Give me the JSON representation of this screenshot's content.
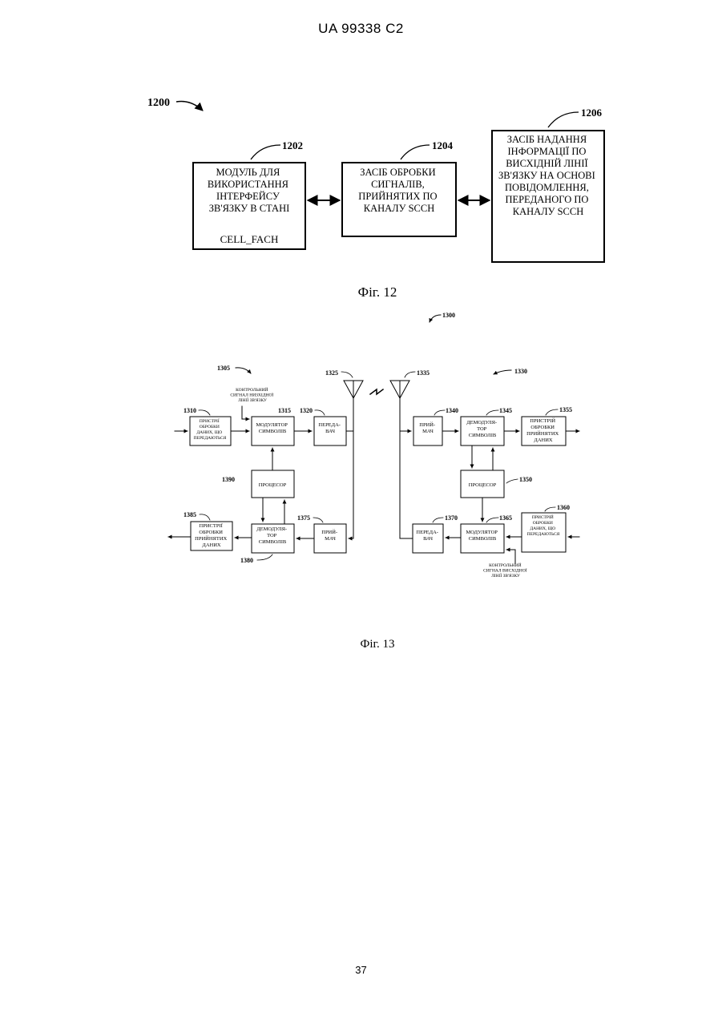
{
  "header": "UA   99338   C2",
  "page_number": "37",
  "fig12": {
    "label": "Фіг. 12",
    "ref_main": "1200",
    "boxes": [
      {
        "ref": "1202",
        "lines": [
          "МОДУЛЬ ДЛЯ",
          "ВИКОРИСТАННЯ",
          "ІНТЕРФЕЙСУ",
          "ЗВ'ЯЗКУ В СТАНІ"
        ],
        "extra": "CELL_FACH"
      },
      {
        "ref": "1204",
        "lines": [
          "ЗАСІБ ОБРОБКИ",
          "СИГНАЛІВ,",
          "ПРИЙНЯТИХ ПО",
          "КАНАЛУ SCCH"
        ]
      },
      {
        "ref": "1206",
        "lines": [
          "ЗАСІБ НАДАННЯ",
          "ІНФОРМАЦІЇ ПО",
          "ВИСХІДНІЙ ЛІНІЇ",
          "ЗВ'ЯЗКУ НА ОСНОВІ",
          "ПОВІДОМЛЕННЯ,",
          "ПЕРЕДАНОГО ПО",
          "КАНАЛУ SCCH"
        ]
      }
    ]
  },
  "fig13": {
    "label": "Фіг. 13",
    "refs": {
      "r1300": "1300",
      "r1305": "1305",
      "r1310": "1310",
      "r1315": "1315",
      "r1320": "1320",
      "r1325": "1325",
      "r1330": "1330",
      "r1335": "1335",
      "r1340": "1340",
      "r1345": "1345",
      "r1350": "1350",
      "r1355": "1355",
      "r1360": "1360",
      "r1365": "1365",
      "r1370": "1370",
      "r1375": "1375",
      "r1380": "1380",
      "r1385": "1385",
      "r1390": "1390"
    },
    "blocks": {
      "tx_data": [
        "ПРИСТРІЇ",
        "ОБРОБКИ",
        "ДАНИХ, ЩО",
        "ПЕРЕДАЮТЬСЯ"
      ],
      "mod_left": [
        "МОДУЛЯТОР",
        "СИМВОЛІВ"
      ],
      "tx_left": [
        "ПЕРЕДА-",
        "ВАЧ"
      ],
      "proc_left": [
        "ПРОЦЕСОР"
      ],
      "demod_left": [
        "ДЕМОДУЛЯ-",
        "ТОР",
        "СИМВОЛІВ"
      ],
      "rx_left": [
        "ПРИЙ-",
        "МАЧ"
      ],
      "rx_data_left": [
        "ПРИСТРІЇ",
        "ОБРОБКИ",
        "ПРИЙНЯТИХ",
        "ДАНИХ"
      ],
      "rx_right": [
        "ПРИЙ-",
        "МАЧ"
      ],
      "demod_right": [
        "ДЕМОДУЛЯ-",
        "ТОР",
        "СИМВОЛІВ"
      ],
      "rx_data_right": [
        "ПРИСТРІЙ",
        "ОБРОБКИ",
        "ПРИЙНЯТИХ",
        "ДАНИХ"
      ],
      "proc_right": [
        "ПРОЦЕСОР"
      ],
      "tx_right": [
        "ПЕРЕДА-",
        "ВАЧ"
      ],
      "mod_right": [
        "МОДУЛЯТОР",
        "СИМВОЛІВ"
      ],
      "tx_data_right": [
        "ПРИСТРІЙ",
        "ОБРОБКИ",
        "ДАНИХ, ЩО",
        "ПЕРЕДАЮТЬСЯ"
      ]
    },
    "notes": {
      "downlink": [
        "КОНТРОЛЬНИЙ",
        "СИГНАЛ НИЗХІДНОЇ",
        "ЛІНІЇ ЗВ'ЯЗКУ"
      ],
      "uplink": [
        "КОНТРОЛЬНИЙ",
        "СИГНАЛ ВИСХІДНОЇ",
        "ЛІНІЇ ЗВ'ЯЗКУ"
      ]
    }
  }
}
